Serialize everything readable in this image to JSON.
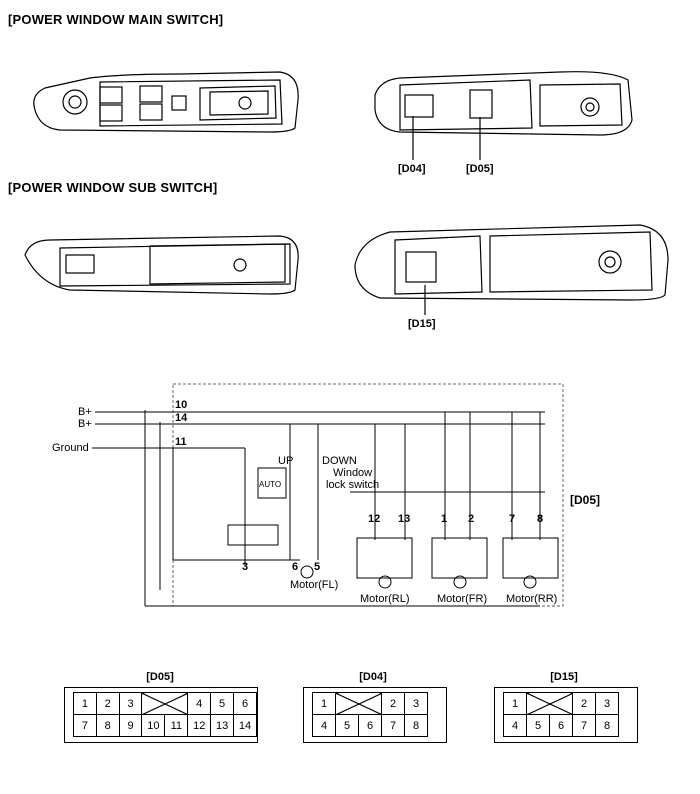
{
  "headings": {
    "main_switch": "[POWER WINDOW MAIN SWITCH]",
    "sub_switch": "[POWER WINDOW SUB SWITCH]"
  },
  "connector_callouts": {
    "d04": "[D04]",
    "d05": "[D05]",
    "d15": "[D15]"
  },
  "schematic": {
    "b_plus_1": "B+",
    "b_plus_2": "B+",
    "ground": "Ground",
    "pin_10": "10",
    "pin_14": "14",
    "pin_11": "11",
    "pin_12": "12",
    "pin_13": "13",
    "pin_1": "1",
    "pin_2": "2",
    "pin_7": "7",
    "pin_8": "8",
    "pin_3": "3",
    "pin_6": "6",
    "pin_5": "5",
    "up": "UP",
    "down": "DOWN",
    "window_lock_1": "Window",
    "window_lock_2": "lock switch",
    "auto": "AUTO",
    "connector": "[D05]",
    "motor_fl": "Motor(FL)",
    "motor_rl": "Motor(RL)",
    "motor_fr": "Motor(FR)",
    "motor_rr": "Motor(RR)"
  },
  "connectors": {
    "d05": {
      "title": "[D05]",
      "row1": [
        "1",
        "2",
        "3",
        "",
        "4",
        "5",
        "6"
      ],
      "row2": [
        "7",
        "8",
        "9",
        "10",
        "11",
        "12",
        "13",
        "14"
      ]
    },
    "d04": {
      "title": "[D04]",
      "row1": [
        "1",
        "",
        "2",
        "3"
      ],
      "row2": [
        "4",
        "5",
        "6",
        "7",
        "8"
      ]
    },
    "d15": {
      "title": "[D15]",
      "row1": [
        "1",
        "",
        "2",
        "3"
      ],
      "row2": [
        "4",
        "5",
        "6",
        "7",
        "8"
      ]
    }
  }
}
